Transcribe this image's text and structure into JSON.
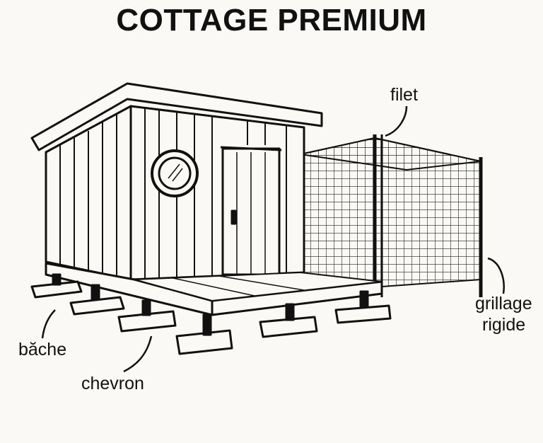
{
  "title": "COTTAGE PREMIUM",
  "labels": {
    "filet": "filet",
    "grillage": "grillage",
    "rigide": "rigide",
    "bache": "băche",
    "chevron": "chevron"
  }
}
